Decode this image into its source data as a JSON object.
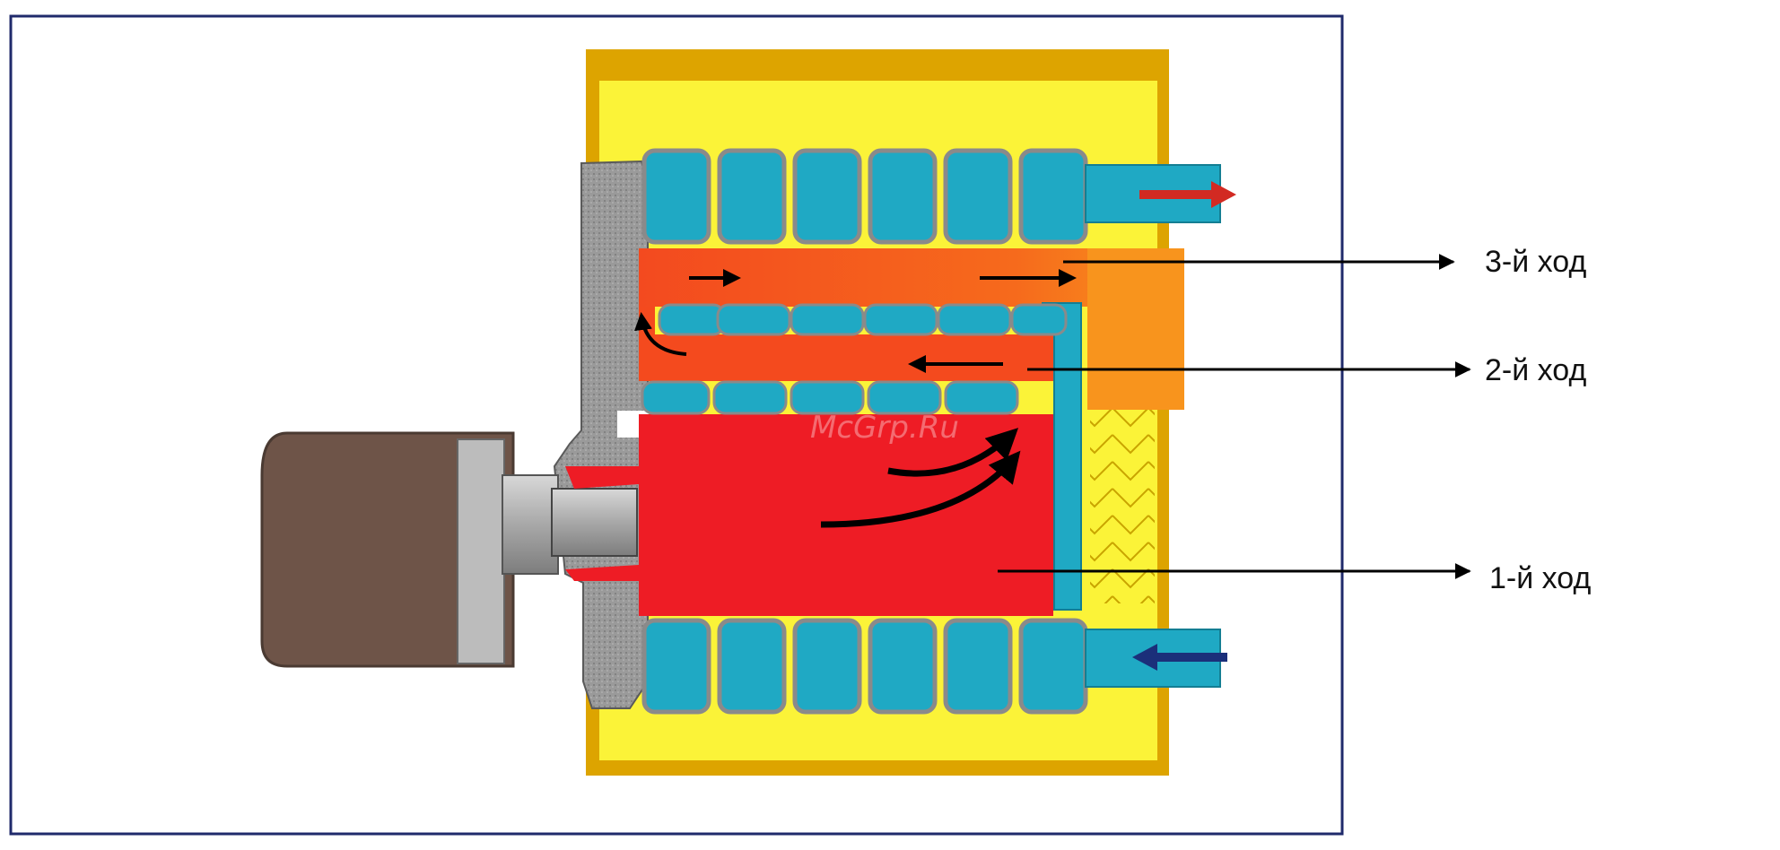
{
  "diagram": {
    "labels": {
      "pass3": "3-й ход",
      "pass2": "2-й ход",
      "pass1": "1-й ход"
    },
    "watermark": "McGrp.Ru",
    "colors": {
      "frame": "#1f2a6b",
      "insulation_outer": "#dda400",
      "insulation_inner": "#fbf338",
      "water_section": "#1fa9c4",
      "water_section_dark": "#137e93",
      "flame": "#ee1c25",
      "hot_gas": "#f44a1e",
      "exhaust_gas": "#f8941d",
      "cast_iron": "#9a9a9a",
      "burner_body": "#6e5448",
      "outflow_arrow": "#d22a22",
      "inflow_arrow": "#1b2f7a",
      "pointer_arrow": "#000000"
    }
  }
}
